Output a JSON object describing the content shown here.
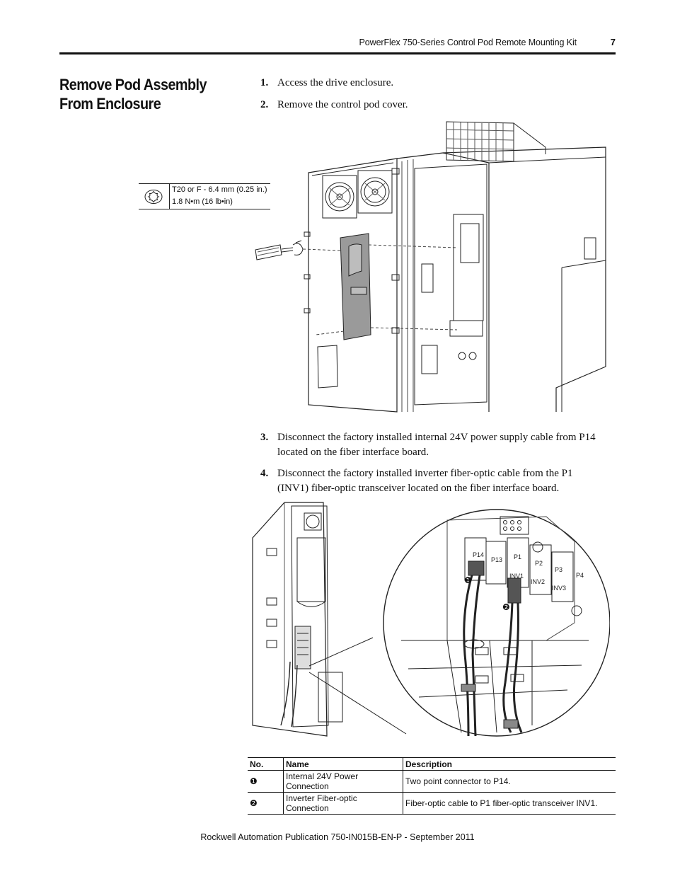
{
  "header": {
    "title": "PowerFlex 750-Series Control Pod Remote Mounting Kit",
    "page_number": "7"
  },
  "section": {
    "heading": "Remove Pod Assembly From Enclosure"
  },
  "steps": [
    {
      "number": "1.",
      "text": "Access the drive enclosure."
    },
    {
      "number": "2.",
      "text": "Remove the control pod cover."
    },
    {
      "number": "3.",
      "text": "Disconnect the factory installed internal 24V power supply cable from P14 located on the fiber interface board."
    },
    {
      "number": "4.",
      "text": "Disconnect the factory installed inverter fiber-optic cable from the P1 (INV1) fiber-optic transceiver located on the fiber interface board."
    }
  ],
  "torque_spec": {
    "icon": "torx-bit-icon",
    "line1": "T20 or F - 6.4 mm (0.25 in.)",
    "line2": "1.8 N•m (16 lb•in)"
  },
  "figure2": {
    "labels": {
      "p14": "P14",
      "p13": "P13",
      "p1": "P1",
      "p2": "P2",
      "p3": "P3",
      "p4": "P4",
      "inv1": "INV1",
      "inv2": "INV2",
      "inv3": "INV3",
      "callout1": "❶",
      "callout2": "❷"
    }
  },
  "table": {
    "headers": [
      "No.",
      "Name",
      "Description"
    ],
    "rows": [
      [
        "❶",
        "Internal 24V Power Connection",
        "Two point connector to P14."
      ],
      [
        "❷",
        "Inverter Fiber-optic Connection",
        "Fiber-optic cable to P1 fiber-optic transceiver INV1."
      ]
    ]
  },
  "footer": {
    "text": "Rockwell Automation Publication 750-IN015B-EN-P - September 2011"
  }
}
